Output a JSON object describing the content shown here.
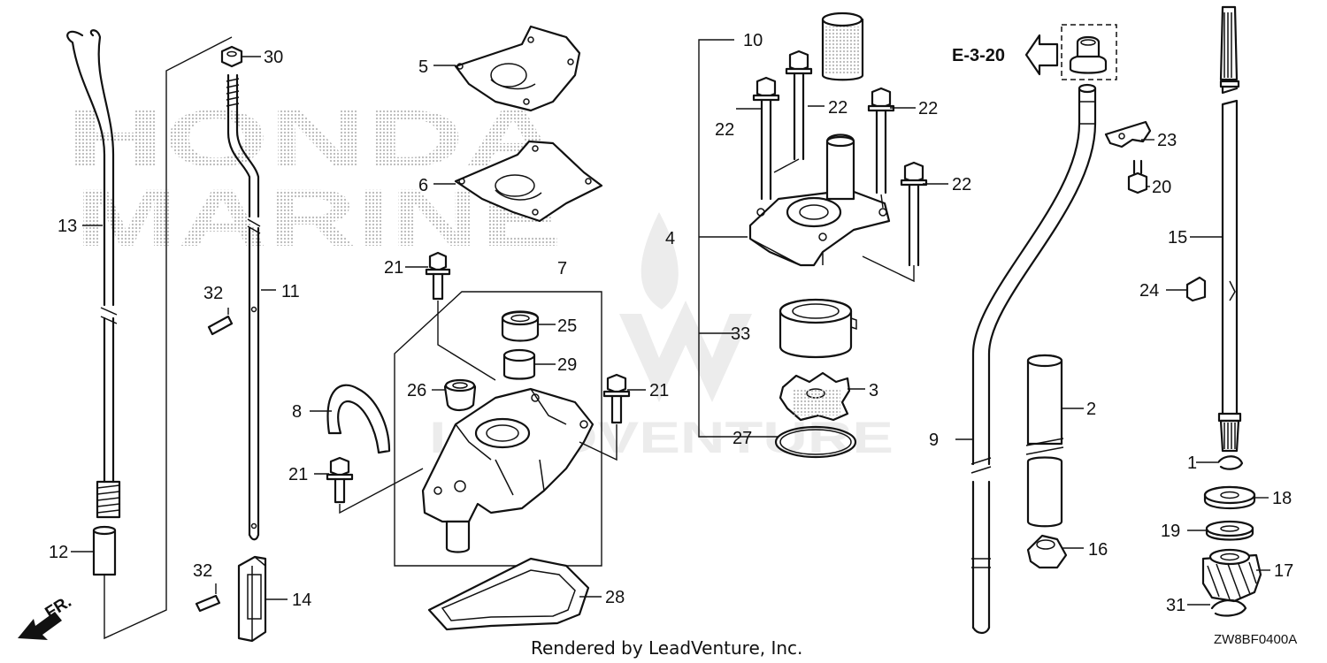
{
  "brand_watermark": {
    "line1": "HONDA",
    "line2": "MARINE"
  },
  "vendor_watermark": "LEADVENTURE",
  "credit": "Rendered by LeadVenture, Inc.",
  "diagram_code": "ZW8BF0400A",
  "reference": "E-3-20",
  "direction_label": "FR.",
  "callouts": [
    "1",
    "2",
    "3",
    "4",
    "5",
    "6",
    "7",
    "8",
    "9",
    "10",
    "11",
    "12",
    "13",
    "14",
    "15",
    "16",
    "17",
    "18",
    "19",
    "20",
    "21",
    "21",
    "21",
    "22",
    "22",
    "22",
    "22",
    "23",
    "24",
    "25",
    "26",
    "27",
    "28",
    "29",
    "30",
    "31",
    "32",
    "32",
    "33"
  ],
  "colors": {
    "line": "#111111",
    "background": "#ffffff",
    "watermark": "#c8c8c8"
  }
}
